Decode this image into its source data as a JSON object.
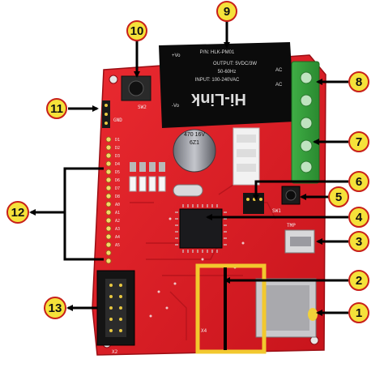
{
  "photo": {
    "subject": "pcb-board",
    "board_color": "#e0202a",
    "callout_fill": "#f5e23a",
    "callout_stroke": "#c8201a",
    "arrow_color": "#000000"
  },
  "power_module": {
    "brand": "Hi-Link",
    "model": "P/N: HLK-PM01",
    "input": "INPUT: 100-240VAC",
    "freq": "50-60Hz",
    "output": "OUTPUT: 5VDC/3W",
    "pin_vo_plus": "+Vo",
    "pin_vo_minus": "-Vo",
    "pin_ac": "AC"
  },
  "capacitor": {
    "label": "470 16V",
    "code": "6Z1"
  },
  "silkscreen": {
    "sw2": "SW2",
    "gnd": "GND",
    "x2": "X2",
    "x4": "X4",
    "tmp": "TMP",
    "sw1": "SW1",
    "pins_left": [
      "D1",
      "D2",
      "D3",
      "D4",
      "D5",
      "D6",
      "D7",
      "D8",
      "A0",
      "A1",
      "A2",
      "A3",
      "A4",
      "A5"
    ]
  },
  "callouts": [
    "1",
    "2",
    "3",
    "4",
    "5",
    "6",
    "7",
    "8",
    "9",
    "10",
    "11",
    "12",
    "13"
  ]
}
